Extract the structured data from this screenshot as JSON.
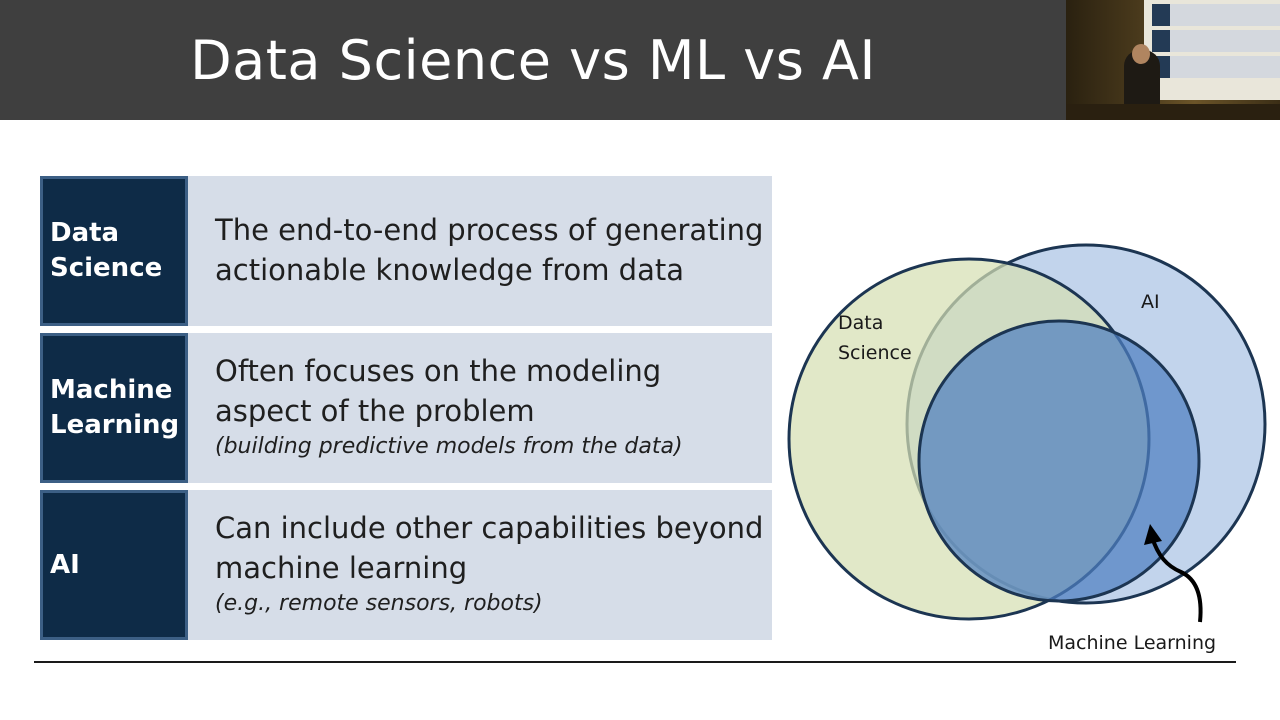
{
  "slide": {
    "title": "Data Science vs ML vs AI"
  },
  "rows": [
    {
      "label_line1": "Data",
      "label_line2": "Science",
      "main_line1": "The end-to-end process of generating",
      "main_line2": "actionable knowledge from data",
      "sub": ""
    },
    {
      "label_line1": "Machine",
      "label_line2": "Learning",
      "main_line1": "Often focuses on the modeling",
      "main_line2": "aspect of the problem",
      "sub": "(building predictive models from the data)"
    },
    {
      "label_line1": "AI",
      "label_line2": "",
      "main_line1": "Can include other capabilities beyond",
      "main_line2": "machine learning",
      "sub": "(e.g., remote sensors, robots)"
    }
  ],
  "venn": {
    "data_science_line1": "Data",
    "data_science_line2": "Science",
    "ai_label": "AI",
    "ml_label": "Machine Learning",
    "colors": {
      "data_science": "#d5dfb3",
      "ai": "#c2d4ec",
      "machine_learning": "#4f7fc0",
      "outline": "#1c3552"
    }
  },
  "colors": {
    "header_bg": "#3f3f3f",
    "label_bg": "#0e2b47",
    "body_bg": "#d6dde8"
  }
}
